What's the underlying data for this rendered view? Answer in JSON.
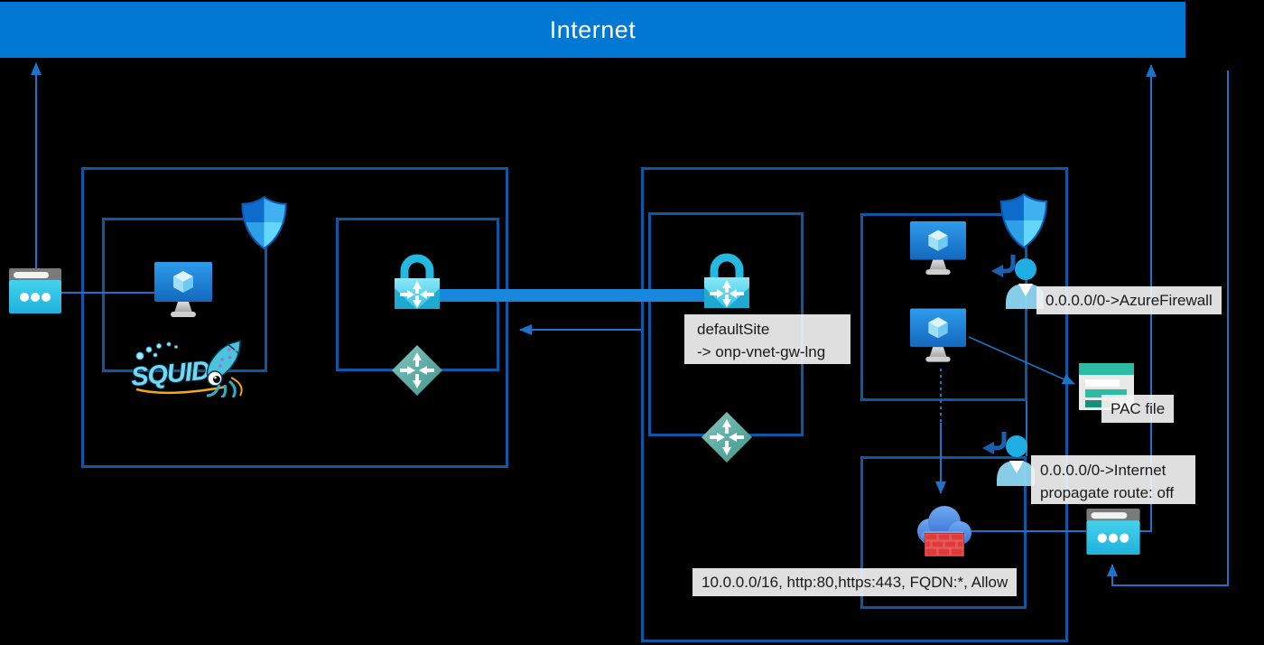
{
  "banner": {
    "label": "Internet",
    "color": "#0078d4"
  },
  "on_premises": {
    "description": "on-premises network with proxy, VM, Squid, VPN gateway",
    "squid_logo_text": "SQUID"
  },
  "azure_vnet": {
    "description": "Azure virtual network with gateway subnet, VM subnet and AzureFirewallSubnet"
  },
  "annotations": {
    "default_site": {
      "line1": "defaultSite",
      "line2": "-> onp-vnet-gw-lng"
    },
    "udr_azure_firewall": "0.0.0.0/0->AzureFirewall",
    "pac_file": "PAC file",
    "udr_internet": {
      "line1": "0.0.0.0/0->Internet",
      "line2": "propagate route: off"
    },
    "firewall_rule": "10.0.0.0/16, http:80,https:443, FQDN:*, Allow"
  },
  "icons": {
    "proxy_onprem": "browser-proxy-icon",
    "vm_onprem": "virtual-machine-icon",
    "shield_onprem": "defender-shield-icon",
    "squid": "squid-proxy-logo",
    "vpn_gateway_onprem": "vpn-gateway-lock-icon",
    "route_diamond_onprem": "gateway-route-diamond-icon",
    "vpn_gateway_azure": "vpn-gateway-lock-icon",
    "route_diamond_azure": "gateway-route-diamond-icon",
    "vm_azure_1": "virtual-machine-icon",
    "vm_azure_2": "virtual-machine-icon",
    "shield_azure": "defender-shield-icon",
    "user_route_assignment_1": "user-assignment-icon",
    "user_route_assignment_2": "user-assignment-icon",
    "pac_file": "pac-file-icon",
    "azure_firewall": "azure-firewall-icon",
    "proxy_azure": "browser-proxy-icon"
  },
  "colors": {
    "background": "#000000",
    "banner_blue": "#0078d4",
    "box_border": "#0d57a4",
    "connector_line": "#1b74ca",
    "vpn_thick_link": "#1987dc",
    "label_bg": "#f2f2f2",
    "label_text": "#1a1a1a",
    "squid_cyan": "#72d9f2",
    "firewall_brick_red": "#e03a3a",
    "diamond_green": "#4fa39a",
    "pac_teal": "#2cbba3"
  }
}
